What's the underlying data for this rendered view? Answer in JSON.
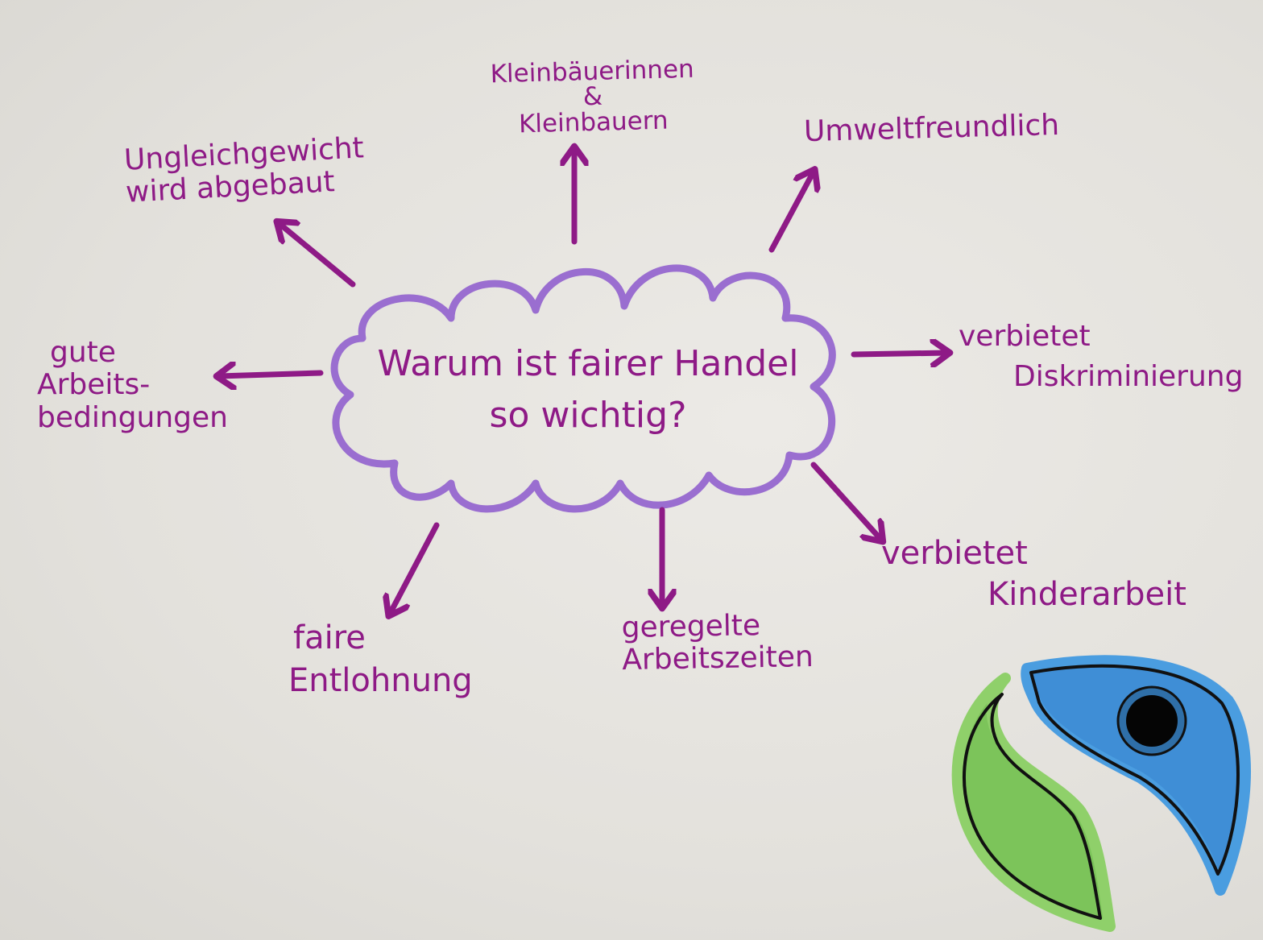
{
  "center": {
    "line1": "Warum ist fairer Handel",
    "line2": "so wichtig?"
  },
  "nodes": {
    "kleinbauern": {
      "line1": "Kleinbäuerinnen",
      "line2": "&",
      "line3": "Kleinbauern"
    },
    "umwelt": {
      "line1": "Umweltfreundlich"
    },
    "ungleichgewicht": {
      "line1": "Ungleichgewicht",
      "line2": "wird abgebaut"
    },
    "arbeitsbedingungen": {
      "line1": "gute",
      "line2": "Arbeits-",
      "line3": "bedingungen"
    },
    "diskriminierung": {
      "line1": "verbietet",
      "line2": "Diskriminierung"
    },
    "kinderarbeit": {
      "line1": "verbietet",
      "line2": "Kinderarbeit"
    },
    "entlohnung": {
      "line1": "faire",
      "line2": "Entlohnung"
    },
    "arbeitszeiten": {
      "line1": "geregelte",
      "line2": "Arbeitszeiten"
    }
  },
  "colors": {
    "ink": "#8e1a86",
    "cloud": "#9a6ed0",
    "logo_blue": "#3f8ed6",
    "logo_green": "#7cc45a",
    "outline": "#111111"
  }
}
